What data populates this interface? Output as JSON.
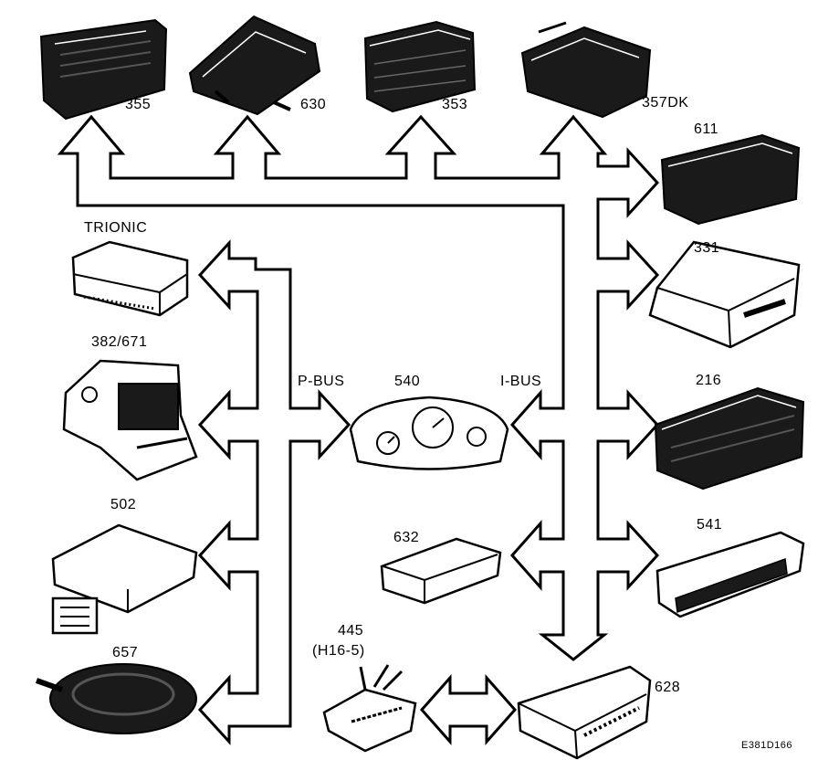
{
  "units": {
    "u355": "355",
    "u630": "630",
    "u353": "353",
    "u357dk": "357DK",
    "u611": "611",
    "u331": "331",
    "u216": "216",
    "u541": "541",
    "u628": "628",
    "trionic": "TRIONIC",
    "u382": "382/671",
    "u502": "502",
    "u657": "657",
    "u540": "540",
    "u632": "632",
    "u445": "445",
    "u445sub": "(H16-5)"
  },
  "buses": {
    "pbus": "P-BUS",
    "ibus": "I-BUS"
  },
  "figure_code": "E381D166",
  "colors": {
    "ink": "#000000",
    "paper": "#ffffff",
    "module_fill": "#1a1a1a"
  }
}
